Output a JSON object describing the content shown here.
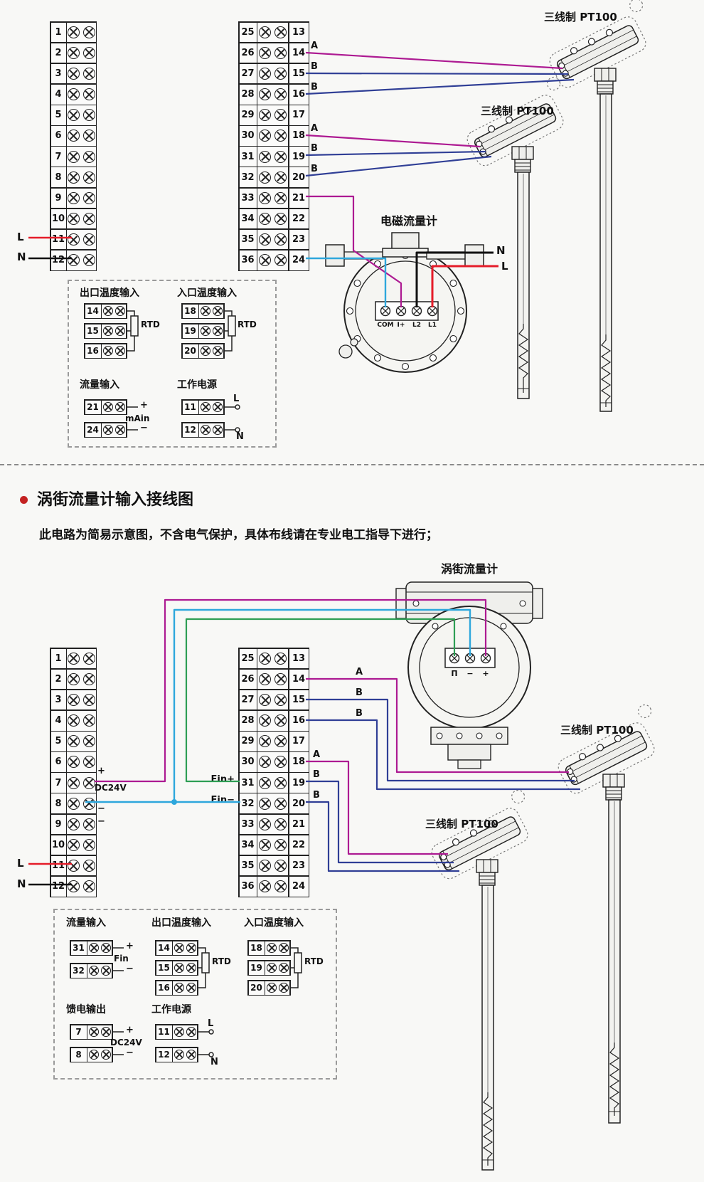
{
  "colors": {
    "magenta": "#ad1a92",
    "blue": "#303f96",
    "cyan": "#2ea7dc",
    "green": "#2e9e54",
    "red": "#e51c29",
    "black": "#111111"
  },
  "top_diagram": {
    "left_block": [
      "1",
      "2",
      "3",
      "4",
      "5",
      "6",
      "7",
      "8",
      "9",
      "10",
      "11",
      "12"
    ],
    "mid_block_left": [
      "25",
      "26",
      "27",
      "28",
      "29",
      "30",
      "31",
      "32",
      "33",
      "34",
      "35",
      "36"
    ],
    "mid_block_right": [
      "13",
      "14",
      "15",
      "16",
      "17",
      "18",
      "19",
      "20",
      "21",
      "22",
      "23",
      "24"
    ],
    "labels": {
      "a1": "A",
      "b1": "B",
      "b2": "B",
      "a2": "A",
      "b3": "B",
      "b4": "B",
      "l_left": "L",
      "n_left": "N",
      "n_right": "N",
      "l_right": "L"
    },
    "meter": {
      "title": "电磁流量计",
      "terminals": [
        "COM",
        "I+",
        "L2",
        "L1"
      ]
    },
    "sensor1_label": "三线制  PT100",
    "sensor2_label": "三线制  PT100",
    "legend": {
      "outlet": {
        "title": "出口温度输入",
        "terminals": [
          "14",
          "15",
          "16"
        ],
        "rtd": "RTD"
      },
      "inlet": {
        "title": "入口温度输入",
        "terminals": [
          "18",
          "19",
          "20"
        ],
        "rtd": "RTD"
      },
      "flow": {
        "title": "流量输入",
        "terminals": [
          "21",
          "24"
        ],
        "plus": "+",
        "label": "mAin",
        "minus": "−"
      },
      "power": {
        "title": "工作电源",
        "terminals": [
          "11",
          "12"
        ],
        "l": "L",
        "n": "N"
      }
    }
  },
  "section_header": {
    "title": "涡街流量计输入接线图",
    "subtitle": "此电路为简易示意图，不含电气保护，具体布线请在专业电工指导下进行；"
  },
  "bottom_diagram": {
    "left_block": [
      "1",
      "2",
      "3",
      "4",
      "5",
      "6",
      "7",
      "8",
      "9",
      "10",
      "11",
      "12"
    ],
    "mid_block_left": [
      "25",
      "26",
      "27",
      "28",
      "29",
      "30",
      "31",
      "32",
      "33",
      "34",
      "35",
      "36"
    ],
    "mid_block_right": [
      "13",
      "14",
      "15",
      "16",
      "17",
      "18",
      "19",
      "20",
      "21",
      "22",
      "23",
      "24"
    ],
    "labels": {
      "a1": "A",
      "b1": "B",
      "b2": "B",
      "a2": "A",
      "b3": "B",
      "b4": "B",
      "plus": "+",
      "dc24v": "DC24V",
      "minus1": "−",
      "minus2": "−",
      "l_left": "L",
      "n_left": "N",
      "fin_plus": "Fin+",
      "fin_minus": "Fin−"
    },
    "meter": {
      "title": "涡街流量计",
      "terminals": [
        "Π",
        "−",
        "+"
      ]
    },
    "sensor1_label": "三线制  PT100",
    "sensor2_label": "三线制  PT100",
    "legend": {
      "flow": {
        "title": "流量输入",
        "terminals": [
          "31",
          "32"
        ],
        "plus": "+",
        "label": "Fin",
        "minus": "−"
      },
      "outlet": {
        "title": "出口温度输入",
        "terminals": [
          "14",
          "15",
          "16"
        ],
        "rtd": "RTD"
      },
      "inlet": {
        "title": "入口温度输入",
        "terminals": [
          "18",
          "19",
          "20"
        ],
        "rtd": "RTD"
      },
      "feed": {
        "title": "馈电输出",
        "terminals": [
          "7",
          "8"
        ],
        "plus": "+",
        "label": "DC24V",
        "minus": "−"
      },
      "power": {
        "title": "工作电源",
        "terminals": [
          "11",
          "12"
        ],
        "l": "L",
        "n": "N"
      }
    }
  }
}
